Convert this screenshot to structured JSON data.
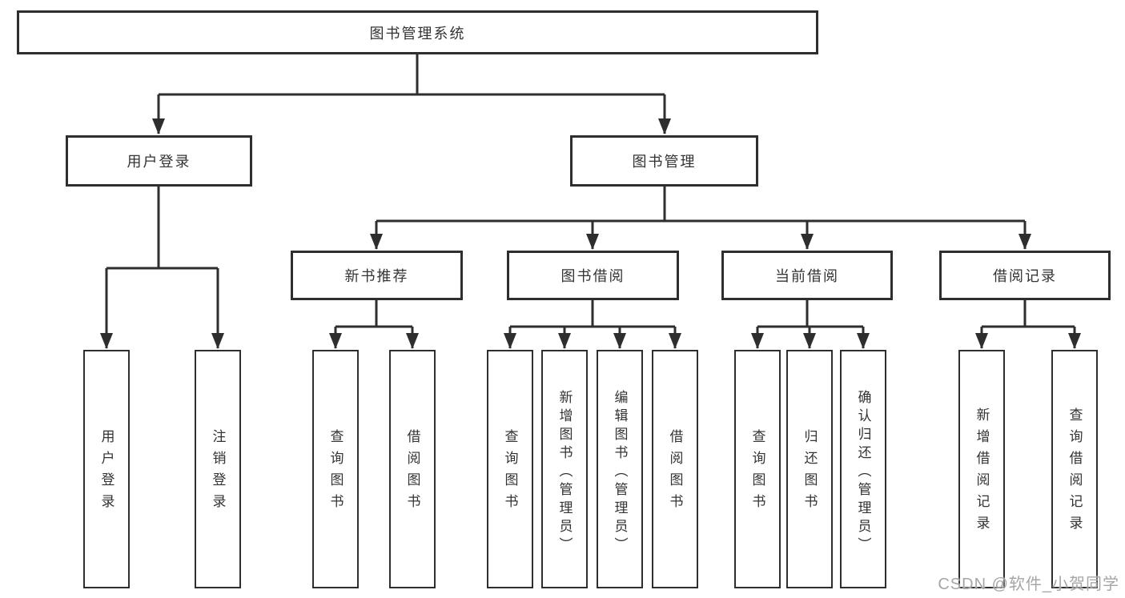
{
  "diagram": {
    "root": "图书管理系统",
    "level2": [
      "用户登录",
      "图书管理"
    ],
    "level3": [
      "新书推荐",
      "图书借阅",
      "当前借阅",
      "借阅记录"
    ],
    "leaves": {
      "user_login": [
        "用户登录",
        "注销登录"
      ],
      "new_book_recommend": [
        "查询图书",
        "借阅图书"
      ],
      "book_borrow": [
        "查询图书",
        "新增图书（管理员）",
        "编辑图书（管理员）",
        "借阅图书"
      ],
      "current_borrow": [
        "查询图书",
        "归还图书",
        "确认归还（管理员）"
      ],
      "borrow_records": [
        "新增借阅记录",
        "查询借阅记录"
      ]
    },
    "colors": {
      "line": "#2e2e2e",
      "box_border": "#2e2e2e",
      "text": "#333333",
      "background": "#ffffff"
    }
  },
  "watermark": {
    "text": "CSDN @软件_小贺同学",
    "color": "#a6a6a6"
  }
}
